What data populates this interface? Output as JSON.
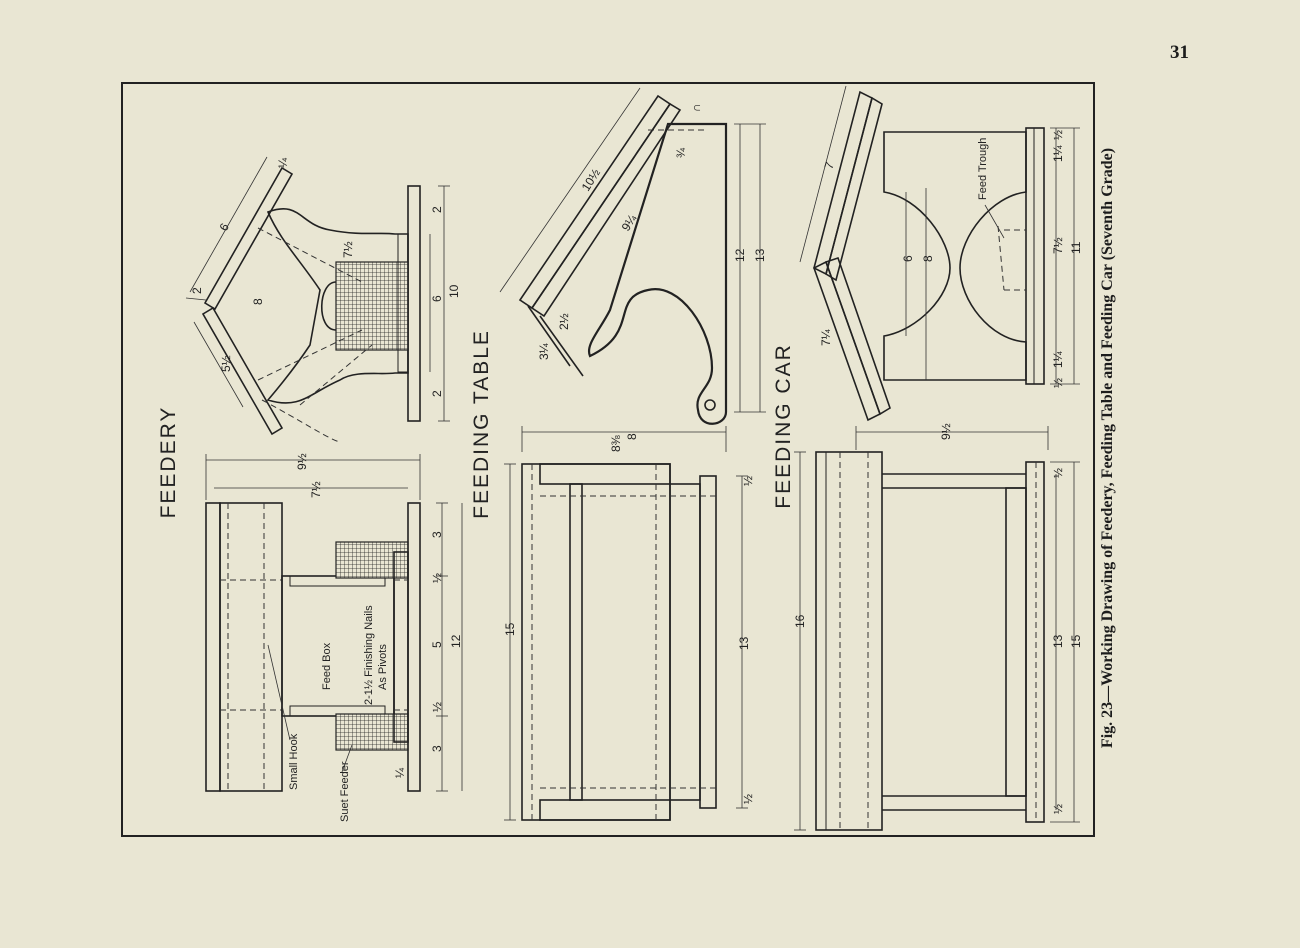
{
  "page_number": "31",
  "caption": "Fig. 23—Working Drawing of Feedery, Feeding Table and Feeding Car (Seventh Grade)",
  "titles": {
    "feedery": "FEEDERY",
    "feeding_table": "FEEDING TABLE",
    "feeding_car": "FEEDING CAR"
  },
  "labels": {
    "feed_box": "Feed Box",
    "finishing_nails": "2-1½ Finishing Nails",
    "as_pivots": "As Pivots",
    "small_hook": "Small Hook",
    "suet_feeder": "Suet Feeder",
    "feed_trough": "Feed Trough"
  },
  "dims": {
    "f_top_6": "6",
    "f_top_2": "2",
    "f_top_q": "¼",
    "f_roof_5": "5½",
    "f_center_8": "8",
    "f_7_5": "7½",
    "f_base_2a": "2",
    "f_base_6": "6",
    "f_base_2b": "2",
    "f_base_10": "10",
    "f_side_9": "9½",
    "f_side_7": "7½",
    "f_side_3a": "3",
    "f_side_5": "5",
    "f_side_3b": "3",
    "f_side_12": "12",
    "f_half_a": "½",
    "f_half_b": "½",
    "f_quarter": "¼",
    "t_10": "10½",
    "t_9": "9¼",
    "t_2": "2½",
    "t_3": "3¼",
    "t_12": "12",
    "t_13": "13",
    "t_3_4": "¾",
    "t_8": "8",
    "t_8b": "8⅜",
    "t_15": "15",
    "t_13b": "13",
    "t_half_a": "½",
    "t_half_b": "½",
    "t_u": "∩",
    "c_7": "7",
    "c_7b": "7¼",
    "c_6": "6",
    "c_8": "8",
    "c_75": "7½",
    "c_11": "11",
    "c_14a": "1¼",
    "c_14b": "1¼",
    "c_12a": "½",
    "c_12b": "½",
    "c_9": "9½",
    "c_16": "16",
    "c_13": "13",
    "c_15": "15",
    "c_h1": "½",
    "c_h2": "½"
  }
}
